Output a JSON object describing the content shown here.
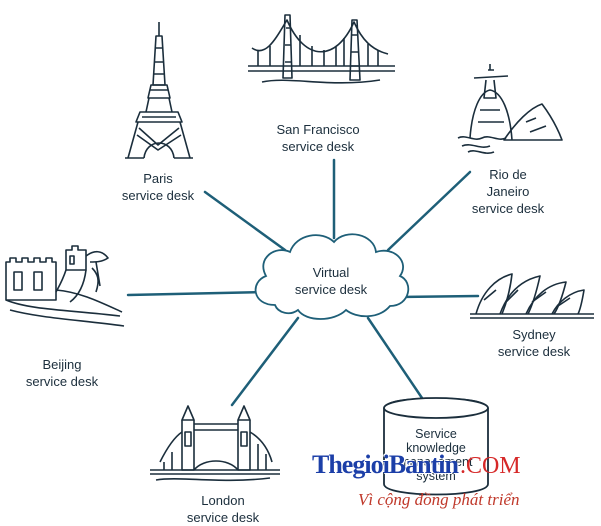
{
  "hub": {
    "line1": "Virtual",
    "line2": "service desk"
  },
  "nodes": {
    "paris": {
      "line1": "Paris",
      "line2": "service desk"
    },
    "san_francisco": {
      "line1": "San Francisco",
      "line2": "service desk"
    },
    "rio": {
      "line1": "Rio de",
      "line2": "Janeiro",
      "line3": "service desk"
    },
    "beijing": {
      "line1": "Beijing",
      "line2": "service desk"
    },
    "sydney": {
      "line1": "Sydney",
      "line2": "service desk"
    },
    "london": {
      "line1": "London",
      "line2": "service desk"
    },
    "knowledge": {
      "line1": "Service",
      "line2": "knowledge",
      "line3": "management",
      "line4": "system"
    }
  },
  "watermark": {
    "brand": "ThegioiBantin",
    "suffix": ".COM",
    "slogan": "Vì cộng đồng phát triển"
  },
  "colors": {
    "line": "#1e5f78",
    "ink": "#1b2e3c",
    "teal": "#1e6f86",
    "brand": "#1c3fa8",
    "brand_red": "#d62828"
  }
}
